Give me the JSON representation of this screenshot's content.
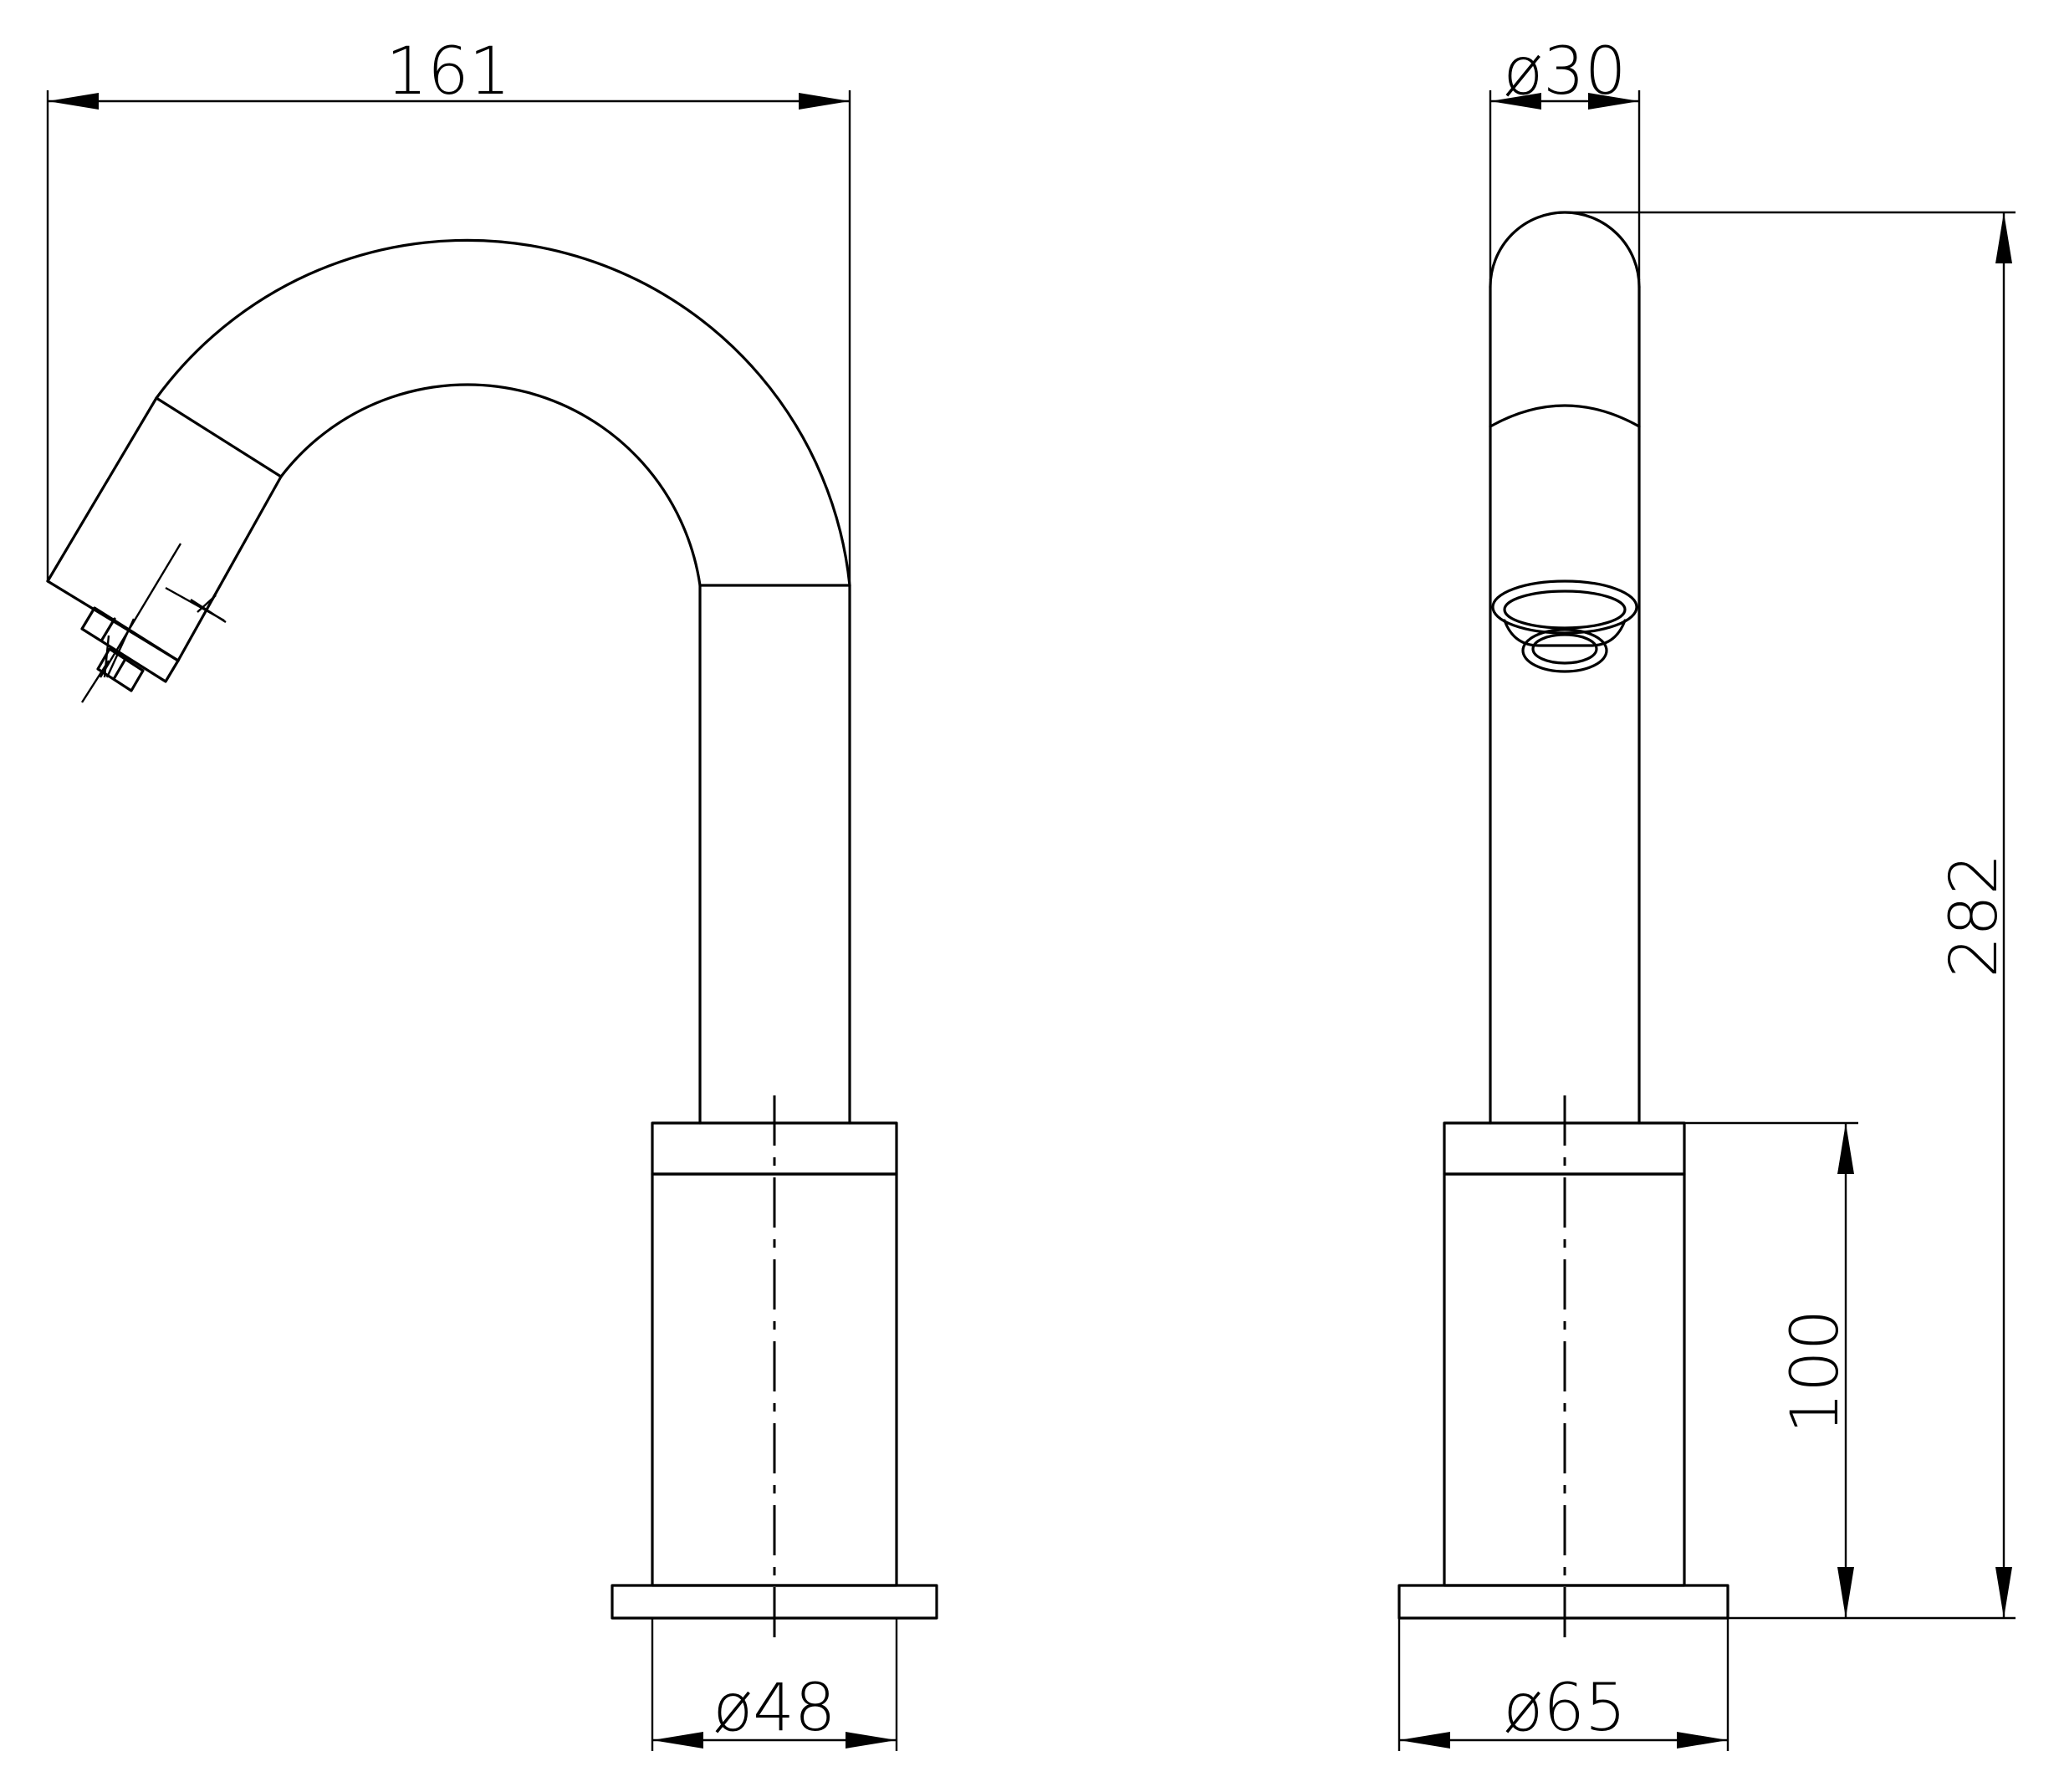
{
  "dimensions": {
    "spout_reach": "161",
    "spout_diameter": "ø30",
    "total_height": "282",
    "body_height": "100",
    "body_diameter": "ø48",
    "base_diameter": "ø65"
  }
}
